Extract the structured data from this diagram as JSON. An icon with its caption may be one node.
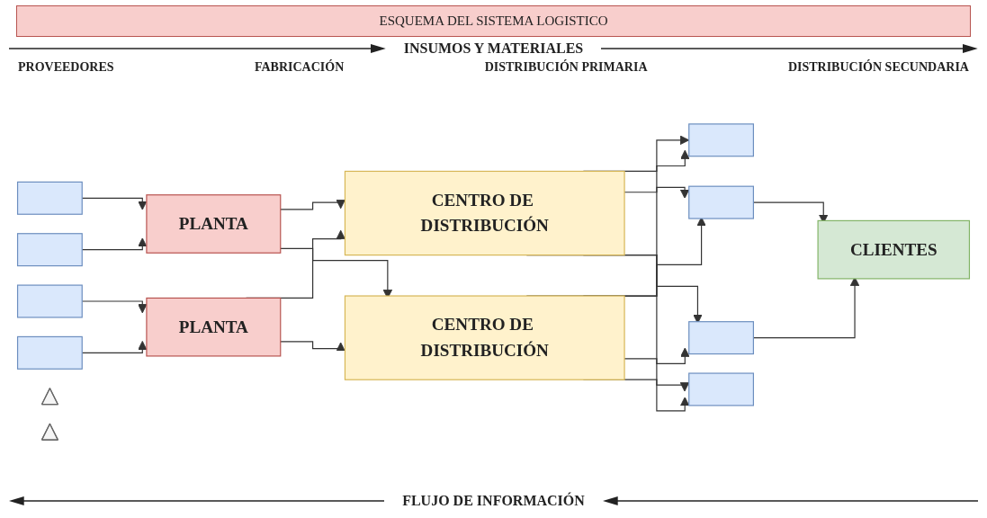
{
  "diagram": {
    "title": "ESQUEMA DEL SISTEMA LOGISTICO",
    "nodes": [
      {
        "text": [],
        "shape": "box"
      },
      {
        "text": [],
        "shape": "box"
      },
      {
        "text": [],
        "shape": "box"
      },
      {
        "text": [],
        "shape": "box"
      },
      {
        "text": [
          "PLANTA"
        ]
      },
      {
        "text": [
          "PLANTA"
        ]
      },
      {
        "text": [
          "CENTRO DE DISTRIBUCIÓN"
        ]
      },
      {
        "text": [
          "CENTRO DE DISTRIBUCIÓN"
        ]
      },
      {
        "text": [],
        "shape": "box"
      },
      {
        "text": [],
        "shape": "box"
      },
      {
        "text": [],
        "shape": "box"
      },
      {
        "text": [],
        "shape": "box"
      },
      {
        "text": [],
        "shape": "triangle"
      },
      {
        "text": [
          "CLIENTES"
        ]
      },
      {
        "text": [],
        "shape": "triangle"
      }
    ],
    "edges": [
      {
        "from": 0,
        "to": 4,
        "arrow": "to"
      },
      {
        "from": 1,
        "to": 4,
        "arrow": "to"
      },
      {
        "from": 2,
        "to": 5,
        "arrow": "to"
      },
      {
        "from": 3,
        "to": 5,
        "arrow": "to"
      },
      {
        "from": 4,
        "to": 6,
        "arrow": "to"
      },
      {
        "from": 4,
        "to": 7,
        "arrow": "to"
      },
      {
        "from": 5,
        "to": 6,
        "arrow": "to"
      },
      {
        "from": 5,
        "to": 7,
        "arrow": "to"
      },
      {
        "from": 6,
        "to": 8,
        "arrow": "to"
      },
      {
        "from": 6,
        "to": 9,
        "arrow": "to"
      },
      {
        "from": 6,
        "to": 10,
        "arrow": "to"
      },
      {
        "from": 6,
        "to": 11,
        "arrow": "to"
      },
      {
        "from": 7,
        "to": 8,
        "arrow": "to"
      },
      {
        "from": 7,
        "to": 9,
        "arrow": "to"
      },
      {
        "from": 7,
        "to": 10,
        "arrow": "to"
      },
      {
        "from": 7,
        "to": 11,
        "arrow": "to"
      },
      {
        "from": 9,
        "to": 13,
        "arrow": "to"
      },
      {
        "from": 10,
        "to": 13,
        "arrow": "to"
      }
    ],
    "labels": [
      "INSUMOS Y MATERIALES",
      "PROVEEDORES",
      "FABRICACIÓN",
      "DISTRIBUCIÓN PRIMARIA",
      "DISTRIBUCIÓN SECUNDARIA",
      "FLUJO DE INFORMACIÓN"
    ]
  }
}
